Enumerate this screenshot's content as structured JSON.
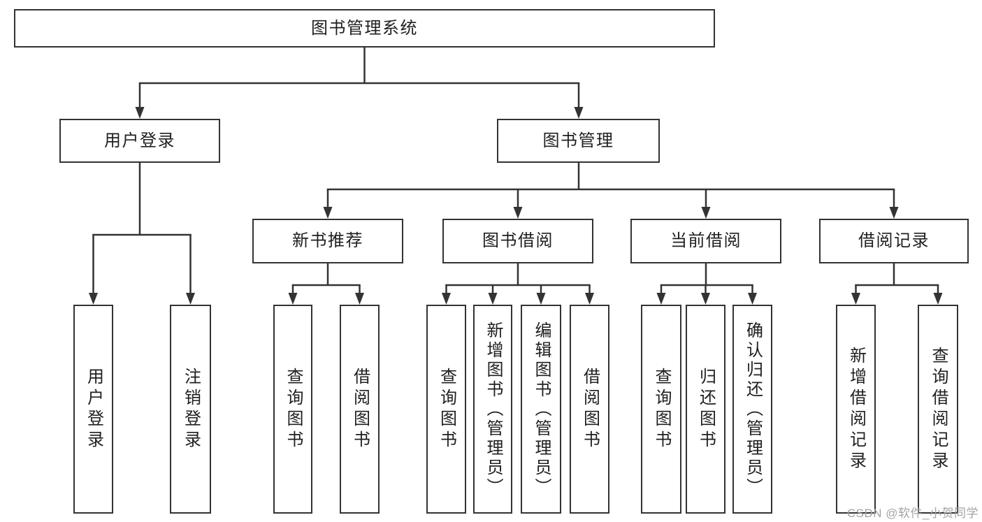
{
  "diagram": {
    "root": {
      "label": "图书管理系统"
    },
    "branches": [
      {
        "label": "用户登录",
        "children": [
          {
            "label": "用户登录"
          },
          {
            "label": "注销登录"
          }
        ]
      },
      {
        "label": "图书管理",
        "children": [
          {
            "label": "新书推荐",
            "children": [
              {
                "label": "查询图书"
              },
              {
                "label": "借阅图书"
              }
            ]
          },
          {
            "label": "图书借阅",
            "children": [
              {
                "label": "查询图书"
              },
              {
                "label": "新增图书（管理员）"
              },
              {
                "label": "编辑图书（管理员）"
              },
              {
                "label": "借阅图书"
              }
            ]
          },
          {
            "label": "当前借阅",
            "children": [
              {
                "label": "查询图书"
              },
              {
                "label": "归还图书"
              },
              {
                "label": "确认归还（管理员）"
              }
            ]
          },
          {
            "label": "借阅记录",
            "children": [
              {
                "label": "新增借阅记录"
              },
              {
                "label": "查询借阅记录"
              }
            ]
          }
        ]
      }
    ]
  },
  "watermark": {
    "text": "CSDN @软件_小贺同学"
  },
  "colors": {
    "line": "#333333",
    "text": "#1f1f1f",
    "box_background": "#ffffff",
    "page_background": "#ffffff",
    "watermark": "#a3a3a3"
  }
}
